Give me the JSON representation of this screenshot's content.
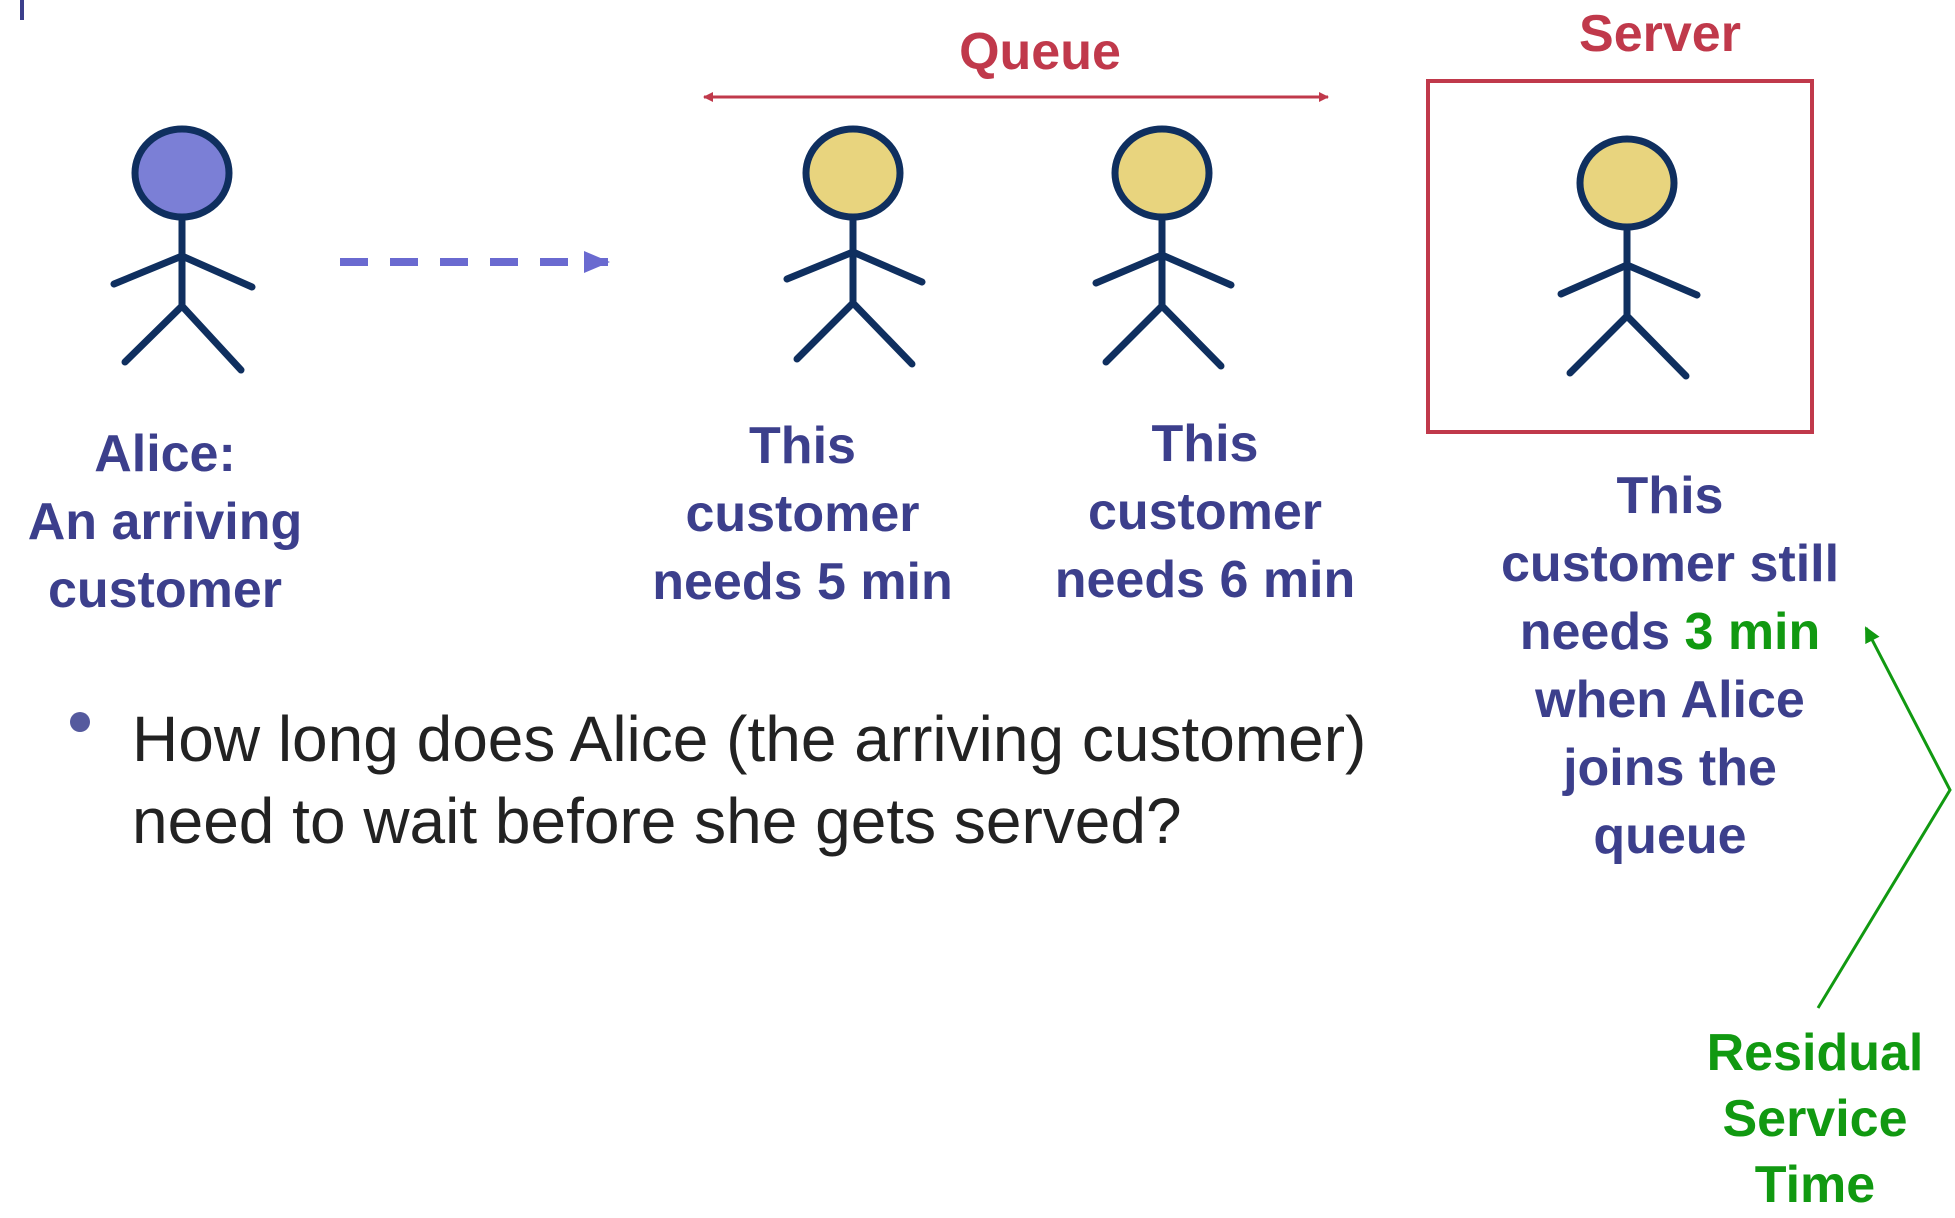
{
  "colors": {
    "navy": "#3c3f8c",
    "alice_head": "#7b7fd6",
    "customer_head": "#e8d47e",
    "figure_stroke": "#0f2f5f",
    "dashed_arrow": "#6a6ad0",
    "queue_red": "#c0394b",
    "green": "#119911",
    "text_dark": "#222222"
  },
  "diagram": {
    "queue_title": "Queue",
    "server_title": "Server",
    "alice_label": [
      "Alice:",
      "An arriving",
      "customer"
    ],
    "customer_1_label": [
      "This",
      "customer",
      "needs 5 min"
    ],
    "customer_2_label": [
      "This",
      "customer",
      "needs 6 min"
    ],
    "server_customer_label": {
      "line1": "This",
      "line2": "customer still",
      "line3_prefix": "needs ",
      "line3_highlight": "3 min",
      "line4": "when Alice",
      "line5": "joins the",
      "line6": "queue"
    },
    "residual_label": [
      "Residual",
      "Service",
      "Time"
    ]
  },
  "bullet": {
    "icon": "bullet-dot",
    "text": "How long does Alice (the arriving customer) need to wait before she gets served?"
  }
}
